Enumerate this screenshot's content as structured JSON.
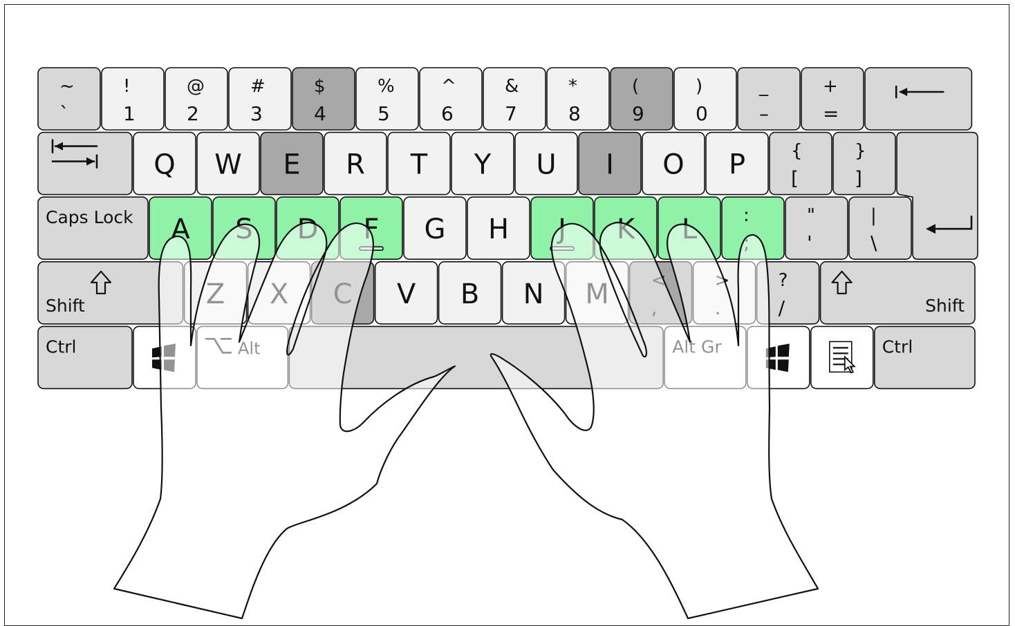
{
  "colors": {
    "light": "#f2f2f2",
    "medium": "#d8d8d8",
    "dark": "#a8a8a8",
    "home": "#8ff2a8",
    "white": "#ffffff",
    "outline": "#111111"
  },
  "keyboard": {
    "rows": [
      [
        {
          "top": "~",
          "bottom": "`",
          "fill": "medium"
        },
        {
          "top": "!",
          "bottom": "1",
          "fill": "light"
        },
        {
          "top": "@",
          "bottom": "2",
          "fill": "light"
        },
        {
          "top": "#",
          "bottom": "3",
          "fill": "light"
        },
        {
          "top": "$",
          "bottom": "4",
          "fill": "dark"
        },
        {
          "top": "%",
          "bottom": "5",
          "fill": "light"
        },
        {
          "top": "^",
          "bottom": "6",
          "fill": "light"
        },
        {
          "top": "&",
          "bottom": "7",
          "fill": "light"
        },
        {
          "top": "*",
          "bottom": "8",
          "fill": "light"
        },
        {
          "top": "(",
          "bottom": "9",
          "fill": "dark"
        },
        {
          "top": ")",
          "bottom": "0",
          "fill": "light"
        },
        {
          "top": "_",
          "bottom": "–",
          "fill": "medium"
        },
        {
          "top": "+",
          "bottom": "=",
          "fill": "medium"
        },
        {
          "icon": "backspace-arrow-icon",
          "fill": "medium",
          "wide": 1.7
        }
      ],
      [
        {
          "icon": "tab-arrows-icon",
          "fill": "medium",
          "wide": 1.5
        },
        {
          "main": "Q",
          "fill": "light"
        },
        {
          "main": "W",
          "fill": "light"
        },
        {
          "main": "E",
          "fill": "dark"
        },
        {
          "main": "R",
          "fill": "light"
        },
        {
          "main": "T",
          "fill": "light"
        },
        {
          "main": "Y",
          "fill": "light"
        },
        {
          "main": "U",
          "fill": "light"
        },
        {
          "main": "I",
          "fill": "dark"
        },
        {
          "main": "O",
          "fill": "light"
        },
        {
          "main": "P",
          "fill": "light"
        },
        {
          "top": "{",
          "bottom": "[",
          "fill": "medium"
        },
        {
          "top": "}",
          "bottom": "]",
          "fill": "medium"
        }
      ],
      [
        {
          "label": "Caps Lock",
          "fill": "medium",
          "wide": 1.75
        },
        {
          "main": "A",
          "fill": "home"
        },
        {
          "main": "S",
          "fill": "home"
        },
        {
          "main": "D",
          "fill": "home"
        },
        {
          "main": "F",
          "fill": "home",
          "bump": true
        },
        {
          "main": "G",
          "fill": "light"
        },
        {
          "main": "H",
          "fill": "light"
        },
        {
          "main": "J",
          "fill": "home",
          "bump": true
        },
        {
          "main": "K",
          "fill": "home"
        },
        {
          "main": "L",
          "fill": "home"
        },
        {
          "top": ":",
          "bottom": ";",
          "fill": "home"
        },
        {
          "top": "\"",
          "bottom": "'",
          "fill": "medium"
        },
        {
          "top": "|",
          "bottom": "\\",
          "fill": "medium"
        }
      ],
      [
        {
          "label": "Shift",
          "icon": "shift-arrow-icon",
          "fill": "medium",
          "wide": 2.3
        },
        {
          "main": "Z",
          "fill": "light"
        },
        {
          "main": "X",
          "fill": "light"
        },
        {
          "main": "C",
          "fill": "dark"
        },
        {
          "main": "V",
          "fill": "light"
        },
        {
          "main": "B",
          "fill": "light"
        },
        {
          "main": "N",
          "fill": "light"
        },
        {
          "main": "M",
          "fill": "light"
        },
        {
          "top": "<",
          "bottom": ",",
          "fill": "dark"
        },
        {
          "top": ">",
          "bottom": ".",
          "fill": "light"
        },
        {
          "top": "?",
          "bottom": "/",
          "fill": "medium"
        },
        {
          "label": "Shift",
          "icon": "shift-arrow-icon",
          "fill": "medium",
          "wide": 2.45,
          "right": true
        }
      ],
      [
        {
          "label": "Ctrl",
          "fill": "medium",
          "wide": 1.5
        },
        {
          "icon": "windows-logo-icon",
          "fill": "white",
          "wide": 1.0
        },
        {
          "label": "Alt",
          "icon": "option-symbol-icon",
          "fill": "white",
          "wide": 1.45
        },
        {
          "label": "",
          "fill": "medium",
          "wide": 5.9,
          "name": "spacebar"
        },
        {
          "label": "Alt Gr",
          "fill": "white",
          "wide": 1.3
        },
        {
          "icon": "windows-logo-icon",
          "fill": "white",
          "wide": 1.0
        },
        {
          "icon": "menu-pointer-icon",
          "fill": "white",
          "wide": 1.0
        },
        {
          "label": "Ctrl",
          "fill": "medium",
          "wide": 1.6
        }
      ]
    ],
    "enter_icon": "enter-arrow-icon"
  }
}
